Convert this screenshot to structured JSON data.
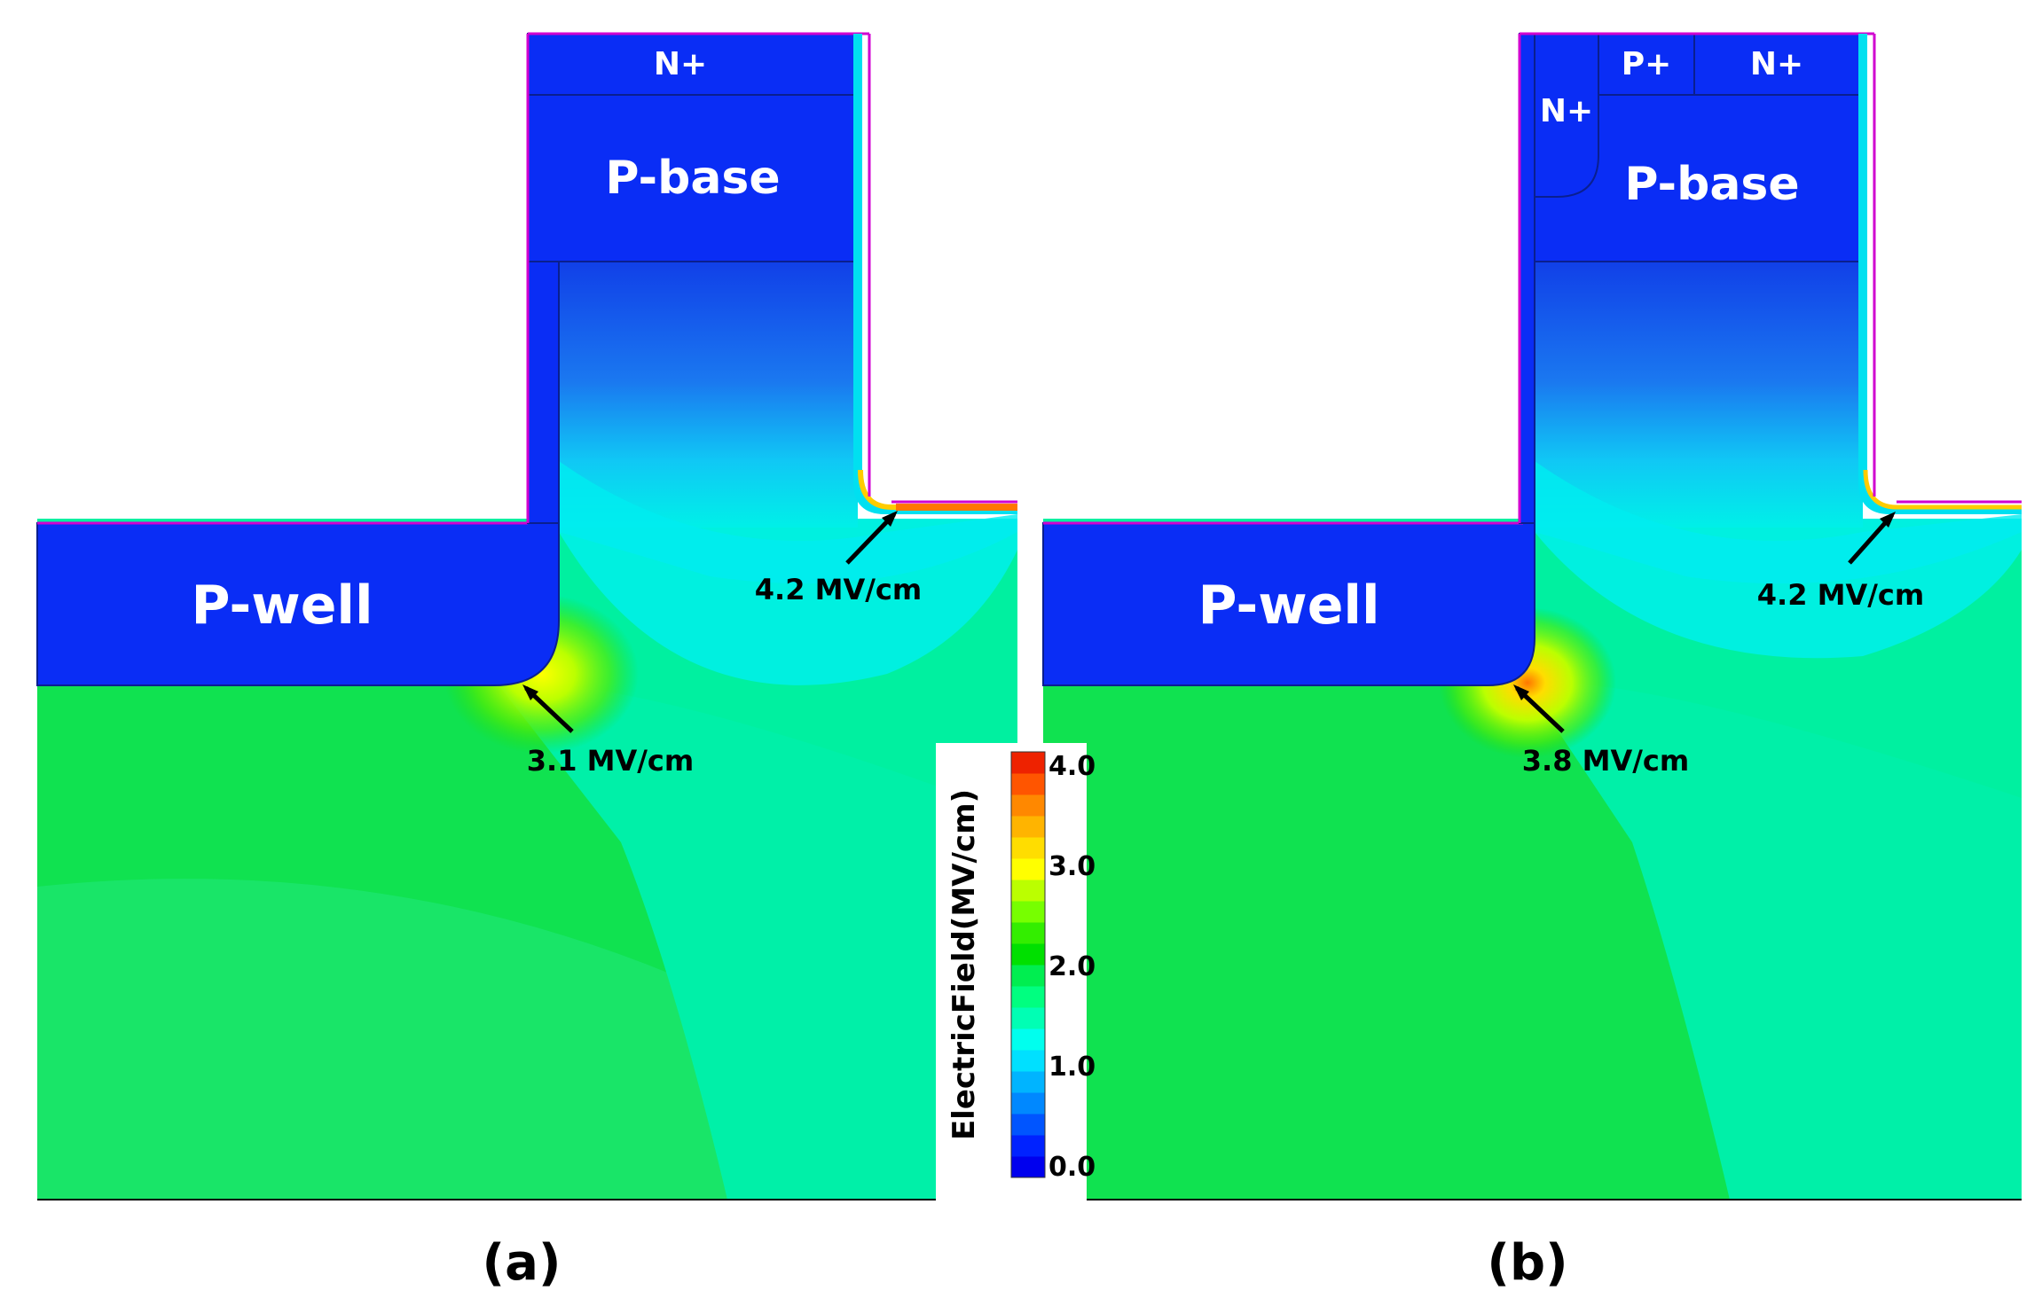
{
  "colorbar": {
    "title": "ElectricField(MV/cm)",
    "ticks": [
      "4.0",
      "3.0",
      "2.0",
      "1.0",
      "0.0"
    ],
    "colors": [
      "#0000ee",
      "#0022ff",
      "#0055ff",
      "#0088ff",
      "#00b4ff",
      "#00e0ff",
      "#00ffee",
      "#00ffb4",
      "#00ff80",
      "#00ee50",
      "#00e000",
      "#33ee00",
      "#77ff00",
      "#bbff00",
      "#ffff00",
      "#ffdd00",
      "#ffb400",
      "#ff8800",
      "#ff5500",
      "#ee2200"
    ]
  },
  "panel_a": {
    "caption": "(a)",
    "labels": {
      "n_plus": "N+",
      "p_base": "P-base",
      "p_well": "P-well"
    },
    "annotations": {
      "trench_corner": "4.2 MV/cm",
      "well_corner": "3.1 MV/cm"
    }
  },
  "panel_b": {
    "caption": "(b)",
    "labels": {
      "n_plus_left": "N+",
      "p_plus": "P+",
      "n_plus_right": "N+",
      "p_base": "P-base",
      "p_well": "P-well"
    },
    "annotations": {
      "trench_corner": "4.2 MV/cm",
      "well_corner": "3.8 MV/cm"
    }
  }
}
